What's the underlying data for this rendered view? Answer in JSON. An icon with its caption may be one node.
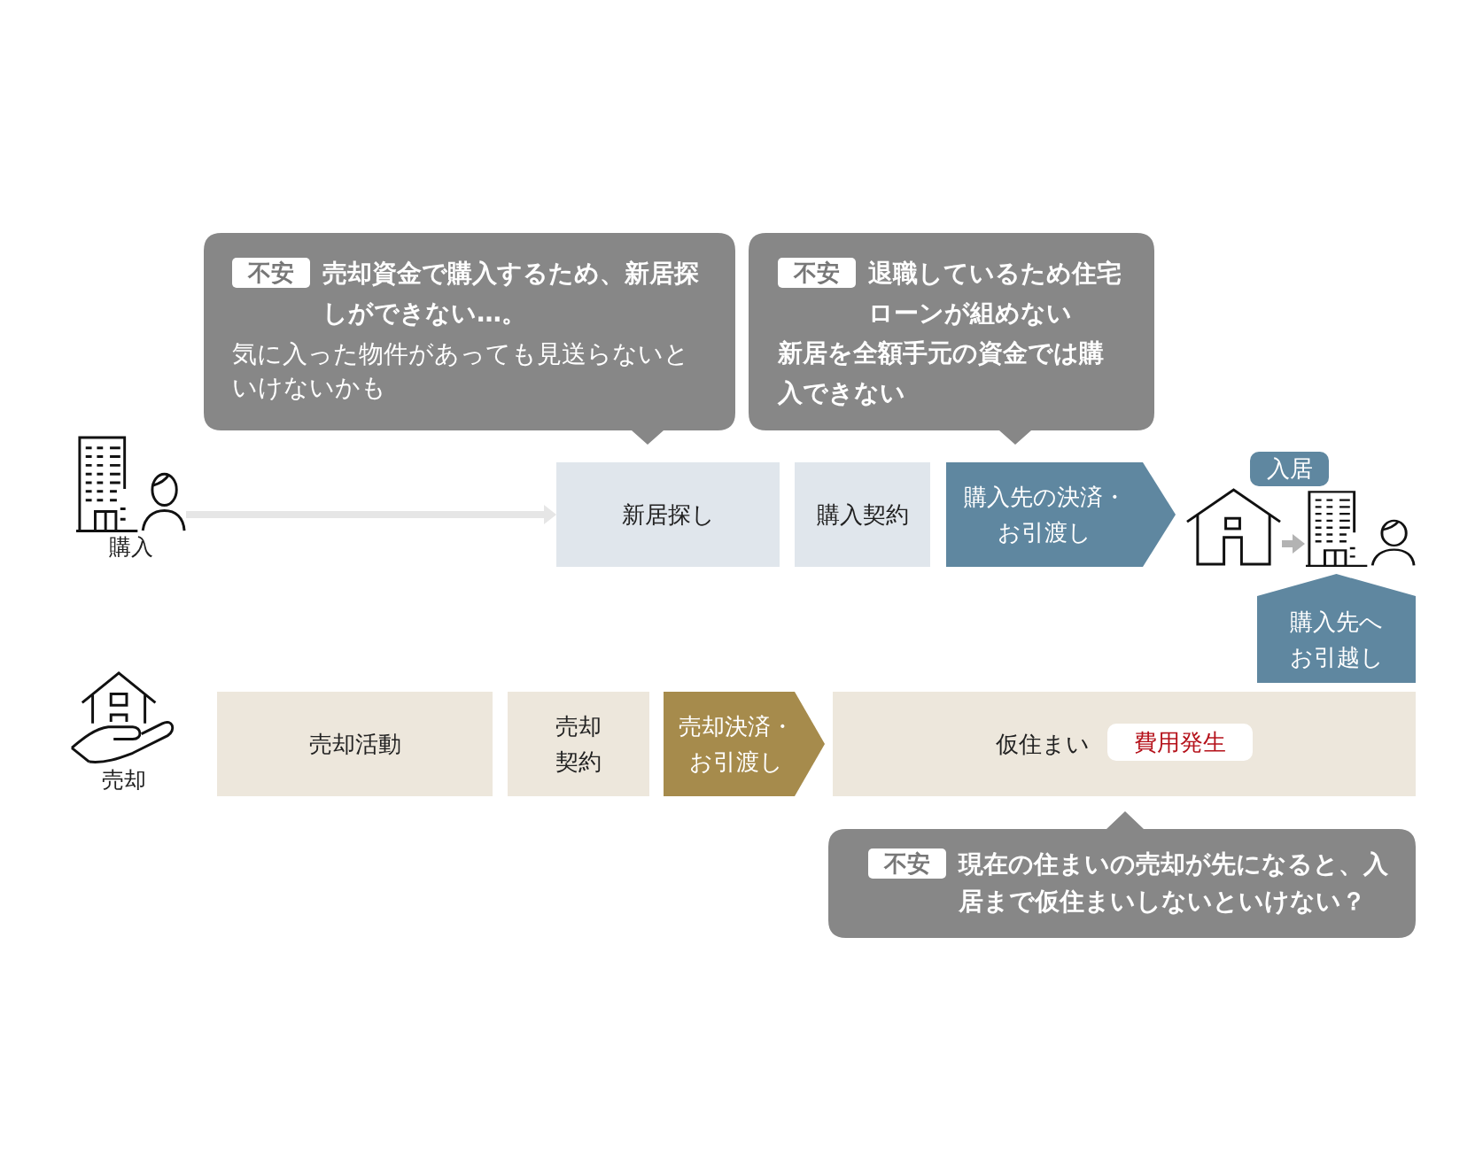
{
  "diagram": {
    "nodes": [
      {
        "text": [
          "売却資金で購入するため、新居探しができない…。",
          "気に入った物件があっても見送らないといけないかも"
        ]
      },
      {
        "text": [
          "不安"
        ],
        "in": 0
      },
      {
        "text": [
          "退職しているため住宅ローンが組めない",
          "新居を全額手元の資金では購入できない"
        ]
      },
      {
        "text": [
          "不安"
        ],
        "in": 2
      },
      {
        "text": [
          "購入"
        ]
      },
      {
        "text": [
          "新居探し"
        ]
      },
      {
        "text": [
          "購入契約"
        ]
      },
      {
        "text": [
          "購入先の決済・お引渡し"
        ]
      },
      {
        "text": [
          "入居"
        ]
      },
      {
        "text": [],
        "shape": "picture"
      },
      {
        "text": [],
        "shape": "picture"
      },
      {
        "text": [
          "購入先へお引越し"
        ]
      },
      {
        "text": [
          "売却"
        ]
      },
      {
        "text": [
          "売却活動"
        ]
      },
      {
        "text": [
          "売却契約"
        ]
      },
      {
        "text": [
          "売却決済・お引渡し"
        ]
      },
      {
        "text": [
          "仮住まい"
        ]
      },
      {
        "text": [
          "費用発生"
        ],
        "in": 16
      },
      {
        "text": [
          "現在の住まいの売却が先になると、入居まで仮住まいしないといけない？"
        ]
      },
      {
        "text": [
          "不安"
        ],
        "in": 18
      }
    ],
    "edges": [
      {
        "from": 4,
        "to": 5,
        "arrow": "to",
        "color": "#e6e6e6"
      },
      {
        "from": 9,
        "to": 10,
        "arrow": "to",
        "color": "#b3b3b3"
      }
    ]
  }
}
